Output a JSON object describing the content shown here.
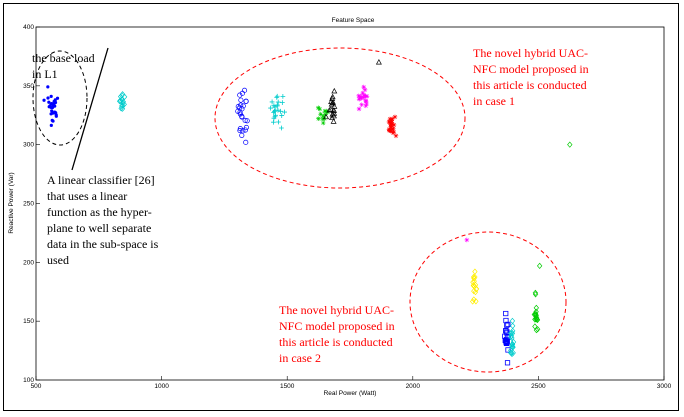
{
  "chart_data": {
    "type": "scatter",
    "title": "Feature Space",
    "xlabel": "Real Power (Watt)",
    "ylabel": "Reactive Power (Var)",
    "xlim": [
      500,
      3000
    ],
    "ylim": [
      100,
      400
    ],
    "xticks": [
      500,
      1000,
      1500,
      2000,
      2500,
      3000
    ],
    "yticks": [
      100,
      150,
      200,
      250,
      300,
      350,
      400
    ],
    "grid": false,
    "clusters": [
      {
        "marker": "dot",
        "color": "#0000ff",
        "cx": 565,
        "cy": 330,
        "sx": 18,
        "sy": 12,
        "n": 30
      },
      {
        "marker": "dot-diamond",
        "color": "#00cccc",
        "cx": 840,
        "cy": 338,
        "sx": 8,
        "sy": 5,
        "n": 16
      },
      {
        "marker": "circle",
        "color": "#0000ff",
        "cx": 1325,
        "cy": 325,
        "sx": 16,
        "sy": 14,
        "n": 24
      },
      {
        "marker": "plus",
        "color": "#00cccc",
        "cx": 1455,
        "cy": 330,
        "sx": 24,
        "sy": 9,
        "n": 24
      },
      {
        "marker": "star",
        "color": "#00cc00",
        "cx": 1645,
        "cy": 327,
        "sx": 14,
        "sy": 7,
        "n": 12
      },
      {
        "marker": "triangle",
        "color": "#000000",
        "cx": 1680,
        "cy": 330,
        "sx": 14,
        "sy": 9,
        "n": 18
      },
      {
        "marker": "star",
        "color": "#ff00ff",
        "cx": 1800,
        "cy": 340,
        "sx": 18,
        "sy": 6,
        "n": 18
      },
      {
        "marker": "star",
        "color": "#ff0000",
        "cx": 1920,
        "cy": 315,
        "sx": 12,
        "sy": 5,
        "n": 24
      },
      {
        "marker": "diamond",
        "color": "#ffee00",
        "cx": 2245,
        "cy": 178,
        "sx": 6,
        "sy": 10,
        "n": 18
      },
      {
        "marker": "square",
        "color": "#0000ff",
        "cx": 2375,
        "cy": 135,
        "sx": 5,
        "sy": 12,
        "n": 22
      },
      {
        "marker": "diamond",
        "color": "#00cccc",
        "cx": 2395,
        "cy": 135,
        "sx": 5,
        "sy": 12,
        "n": 20
      },
      {
        "marker": "diamond",
        "color": "#00cc00",
        "cx": 2490,
        "cy": 155,
        "sx": 6,
        "sy": 12,
        "n": 18
      }
    ],
    "outliers": [
      {
        "marker": "diamond",
        "color": "#00cc00",
        "x": 2625,
        "y": 300
      },
      {
        "marker": "diamond",
        "color": "#00cc00",
        "x": 2505,
        "y": 197
      },
      {
        "marker": "triangle",
        "color": "#000000",
        "x": 1865,
        "y": 370
      },
      {
        "marker": "star",
        "color": "#ff00ff",
        "x": 2215,
        "y": 219
      },
      {
        "marker": "circle",
        "color": "#0000ff",
        "x": 1335,
        "y": 302
      }
    ]
  },
  "annotations": {
    "base_load": [
      "the base load",
      "in L1"
    ],
    "linear_classifier": [
      "A linear classifier [26]",
      "that uses a linear",
      "function as the hyper-",
      "plane to well separate",
      "data in the sub-space is",
      "used"
    ],
    "case1": [
      "The novel hybrid UAC-",
      "NFC model proposed in",
      "this article is conducted",
      "in case 1"
    ],
    "case2": [
      "The novel hybrid UAC-",
      "NFC model proposed in",
      "this article is conducted",
      "in case 2"
    ]
  },
  "colors": {
    "annotation_red": "#ff0000",
    "annotation_black": "#000000"
  }
}
